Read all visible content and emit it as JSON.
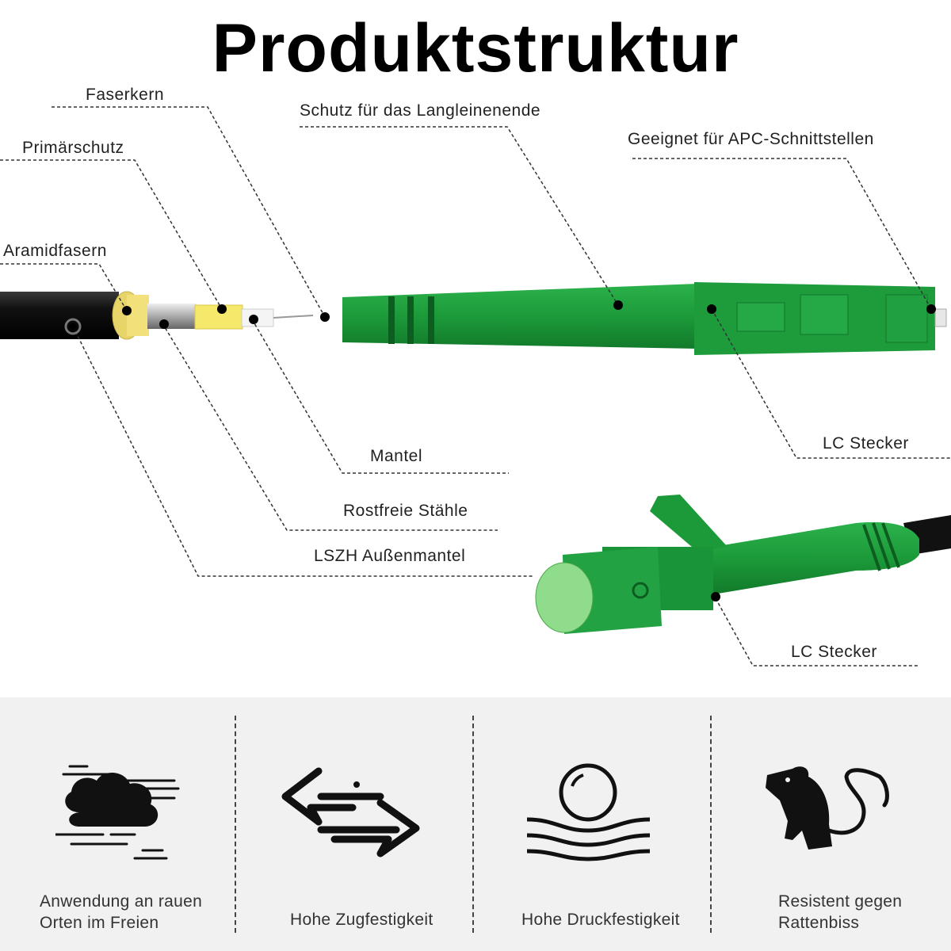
{
  "title": "Produktstruktur",
  "labels": {
    "faserkern": "Faserkern",
    "primaerschutz": "Primärschutz",
    "aramidfasern": "Aramidfasern",
    "schutz": "Schutz für das Langleinenende",
    "apc": "Geeignet für APC-Schnittstellen",
    "lc_stecker_1": "LC Stecker",
    "mantel": "Mantel",
    "rostfreie": "Rostfreie Stähle",
    "lszh": "LSZH Außenmantel",
    "lc_stecker_2": "LC Stecker"
  },
  "features": [
    {
      "icon": "cloud-wind-icon",
      "line1": "Anwendung an rauen",
      "line2": "Orten im Freien"
    },
    {
      "icon": "stretch-arrows-icon",
      "line1": "Hohe Zugfestigkeit",
      "line2": ""
    },
    {
      "icon": "pressure-ball-icon",
      "line1": "Hohe Druckfestigkeit",
      "line2": ""
    },
    {
      "icon": "rat-icon",
      "line1": "Resistent gegen",
      "line2": "Rattenbiss"
    }
  ],
  "colors": {
    "connector_green": "#1f9a3a",
    "cable_black": "#111111",
    "panel_bg": "#f1f1f1",
    "end_cap_green": "#8fdc8c"
  }
}
